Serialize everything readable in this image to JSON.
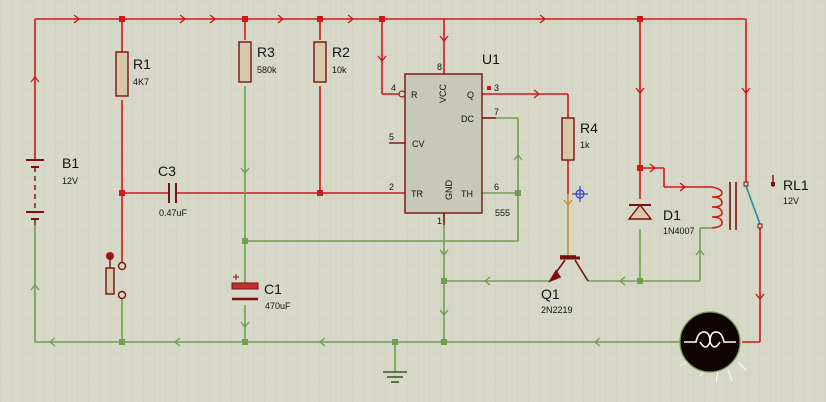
{
  "colors": {
    "background": "#d8d8c8",
    "grid": "#c7c7b6",
    "live_wire": "#d01818",
    "ground_wire": "#6f9f4f",
    "base_wire": "#c88a3a",
    "component_outline": "#7a1010",
    "resistor_fill": "#d6c8a8",
    "ic_fill": "#c8c8b8",
    "relay_wire": "#1f8fa0"
  },
  "components": {
    "battery": {
      "ref": "B1",
      "value": "12V"
    },
    "r1": {
      "ref": "R1",
      "value": "4K7"
    },
    "r3": {
      "ref": "R3",
      "value": "580k"
    },
    "r2": {
      "ref": "R2",
      "value": "10k"
    },
    "c3": {
      "ref": "C3",
      "value": "0.47uF"
    },
    "c1": {
      "ref": "C1",
      "value": "470uF"
    },
    "u1": {
      "ref": "U1",
      "part": "555",
      "pins": {
        "reset": "R",
        "vcc": "VCC",
        "out": "Q",
        "dc": "DC",
        "cv": "CV",
        "tr": "TR",
        "gnd": "GND",
        "th": "TH"
      },
      "pin_numbers": {
        "reset": "4",
        "vcc": "8",
        "out": "3",
        "dc": "7",
        "cv": "5",
        "tr": "2",
        "gnd": "1",
        "th": "6"
      }
    },
    "r4": {
      "ref": "R4",
      "value": "1k"
    },
    "q1": {
      "ref": "Q1",
      "value": "2N2219"
    },
    "d1": {
      "ref": "D1",
      "value": "1N4007"
    },
    "rl1": {
      "ref": "RL1",
      "value": "12V"
    }
  },
  "icons": [
    "push-button-icon",
    "lamp-icon",
    "ground-icon",
    "probe-crosshair-icon",
    "current-arrow-icon"
  ]
}
